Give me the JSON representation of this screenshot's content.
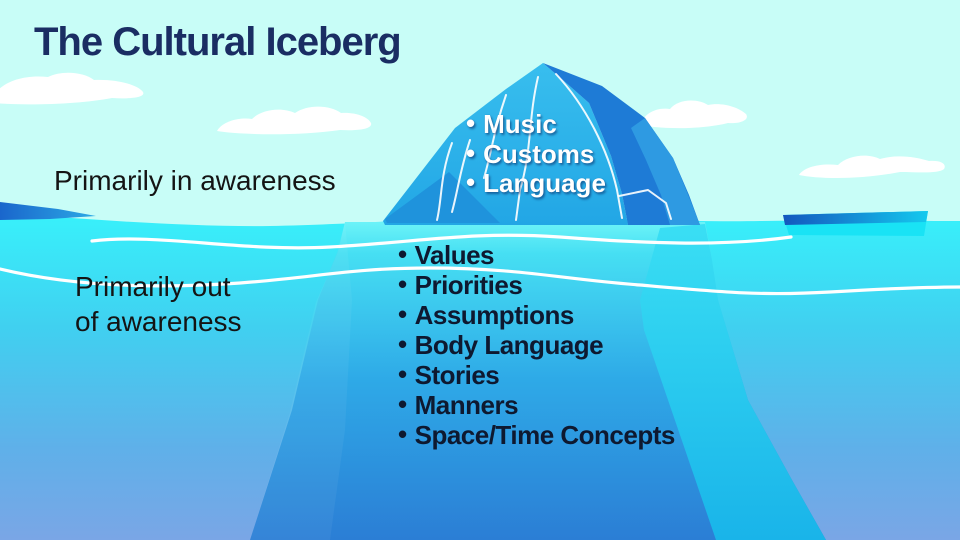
{
  "slide": {
    "title": "The Cultural Iceberg",
    "labels": {
      "above": "Primarily in awareness",
      "below_line1": "Primarily out",
      "below_line2": "of awareness"
    },
    "bullet_char": "•",
    "above_water_items": [
      "Music",
      "Customs",
      "Language"
    ],
    "below_water_items": [
      "Values",
      "Priorities",
      "Assumptions",
      "Body Language",
      "Stories",
      "Manners",
      "Space/Time Concepts"
    ]
  },
  "colors": {
    "sky": "#C8FDF7",
    "cloud": "#FFFFFF",
    "water_top": "#38F1FB",
    "water_mid": "#40D0F0",
    "water_low": "#5FB0E9",
    "water_deep": "#7AA6E6",
    "berg_left_top": "#38BEEE",
    "berg_left_bottom": "#22A6E5",
    "berg_right": "#1E7BD6",
    "berg_right_edge": "#2E9AE2",
    "berg_shade_wedge": "#1F93DC",
    "sub_top": "#6CF3F8",
    "sub_hi": "#46DFF3",
    "sub_mid": "#2EA9E7",
    "sub_deep": "#2B7ED5",
    "band_top": "#3ADFF4",
    "band_bottom": "#19B4E9",
    "floe_body": "#19E3F5",
    "floe_top_left": "#1356BE",
    "floe_top_right": "#15C9EE",
    "wedge_left": "#1A66CC",
    "wedge_right": "#2CA9E5",
    "crack": "#FFFFFF",
    "wave_line": "#FFFFFF",
    "title_text": "#1A2D63",
    "label_text": "#141414",
    "list_above_text": "#FFFFFF",
    "list_below_text": "#0E1930"
  }
}
